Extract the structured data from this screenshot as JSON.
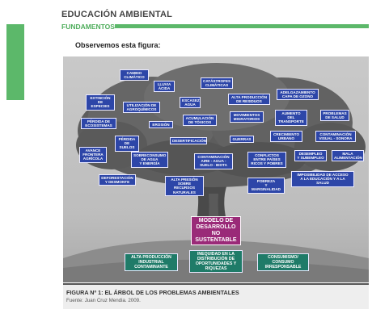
{
  "header": {
    "title": "EDUCACIÓN AMBIENTAL",
    "section": "FUNDAMENTOS"
  },
  "intro": "Observemos esta figura:",
  "figure": {
    "center_label": "Modelo de\nDesarrollo\nNo Sustentable",
    "root_labels": [
      "Alta producción\nindustrial\ncontaminante",
      "Inequidad en la\ndistribución de\noportunidades y\nriquezas",
      "Consumismo/\nconsumo\nirresponsable"
    ],
    "problem_labels": [
      "Cambio\nclimático",
      "Lluvia\nácida",
      "Catástrofes\nclimáticas",
      "Extinción\nde especies",
      "Escasez\nagua",
      "Alta producción\nde residuos",
      "Adelgazamiento\ncapa de Ozono",
      "Utilización de\nagroquímicos",
      "Acumulación\nde tóxicos",
      "Movimientos\nmigratorios",
      "Aumento\ndel transporte",
      "Problemas\nde salud",
      "Pérdida de\necosistemas",
      "Erosión",
      "Crecimiento\nurbano",
      "Contaminación\nvisual - sonora",
      "Pérdida\nde\nsuelos",
      "Desertificación",
      "Guerras",
      "Avance\nfrontera\nagrícola",
      "Sobreconsumo\nde agua\ny energía",
      "Contaminación\naire - agua -\nsuelo - biota",
      "Conflictos\nentre países\nricos y pobres",
      "Desempleo\ny subempleo",
      "Mala\nalimentación",
      "Deforestación\ny desmonte",
      "Alta presión\nsobre recursos\nnaturales",
      "Pobreza\ny marginalidad",
      "Imposibilidad de acceso\na la educación y a la salud"
    ]
  },
  "caption": {
    "title": "FIGURA Nº 1: EL ÁRBOL DE LOS PROBLEMAS AMBIENTALES",
    "source": "Fuente: Juan Cruz Mendia. 2009."
  }
}
